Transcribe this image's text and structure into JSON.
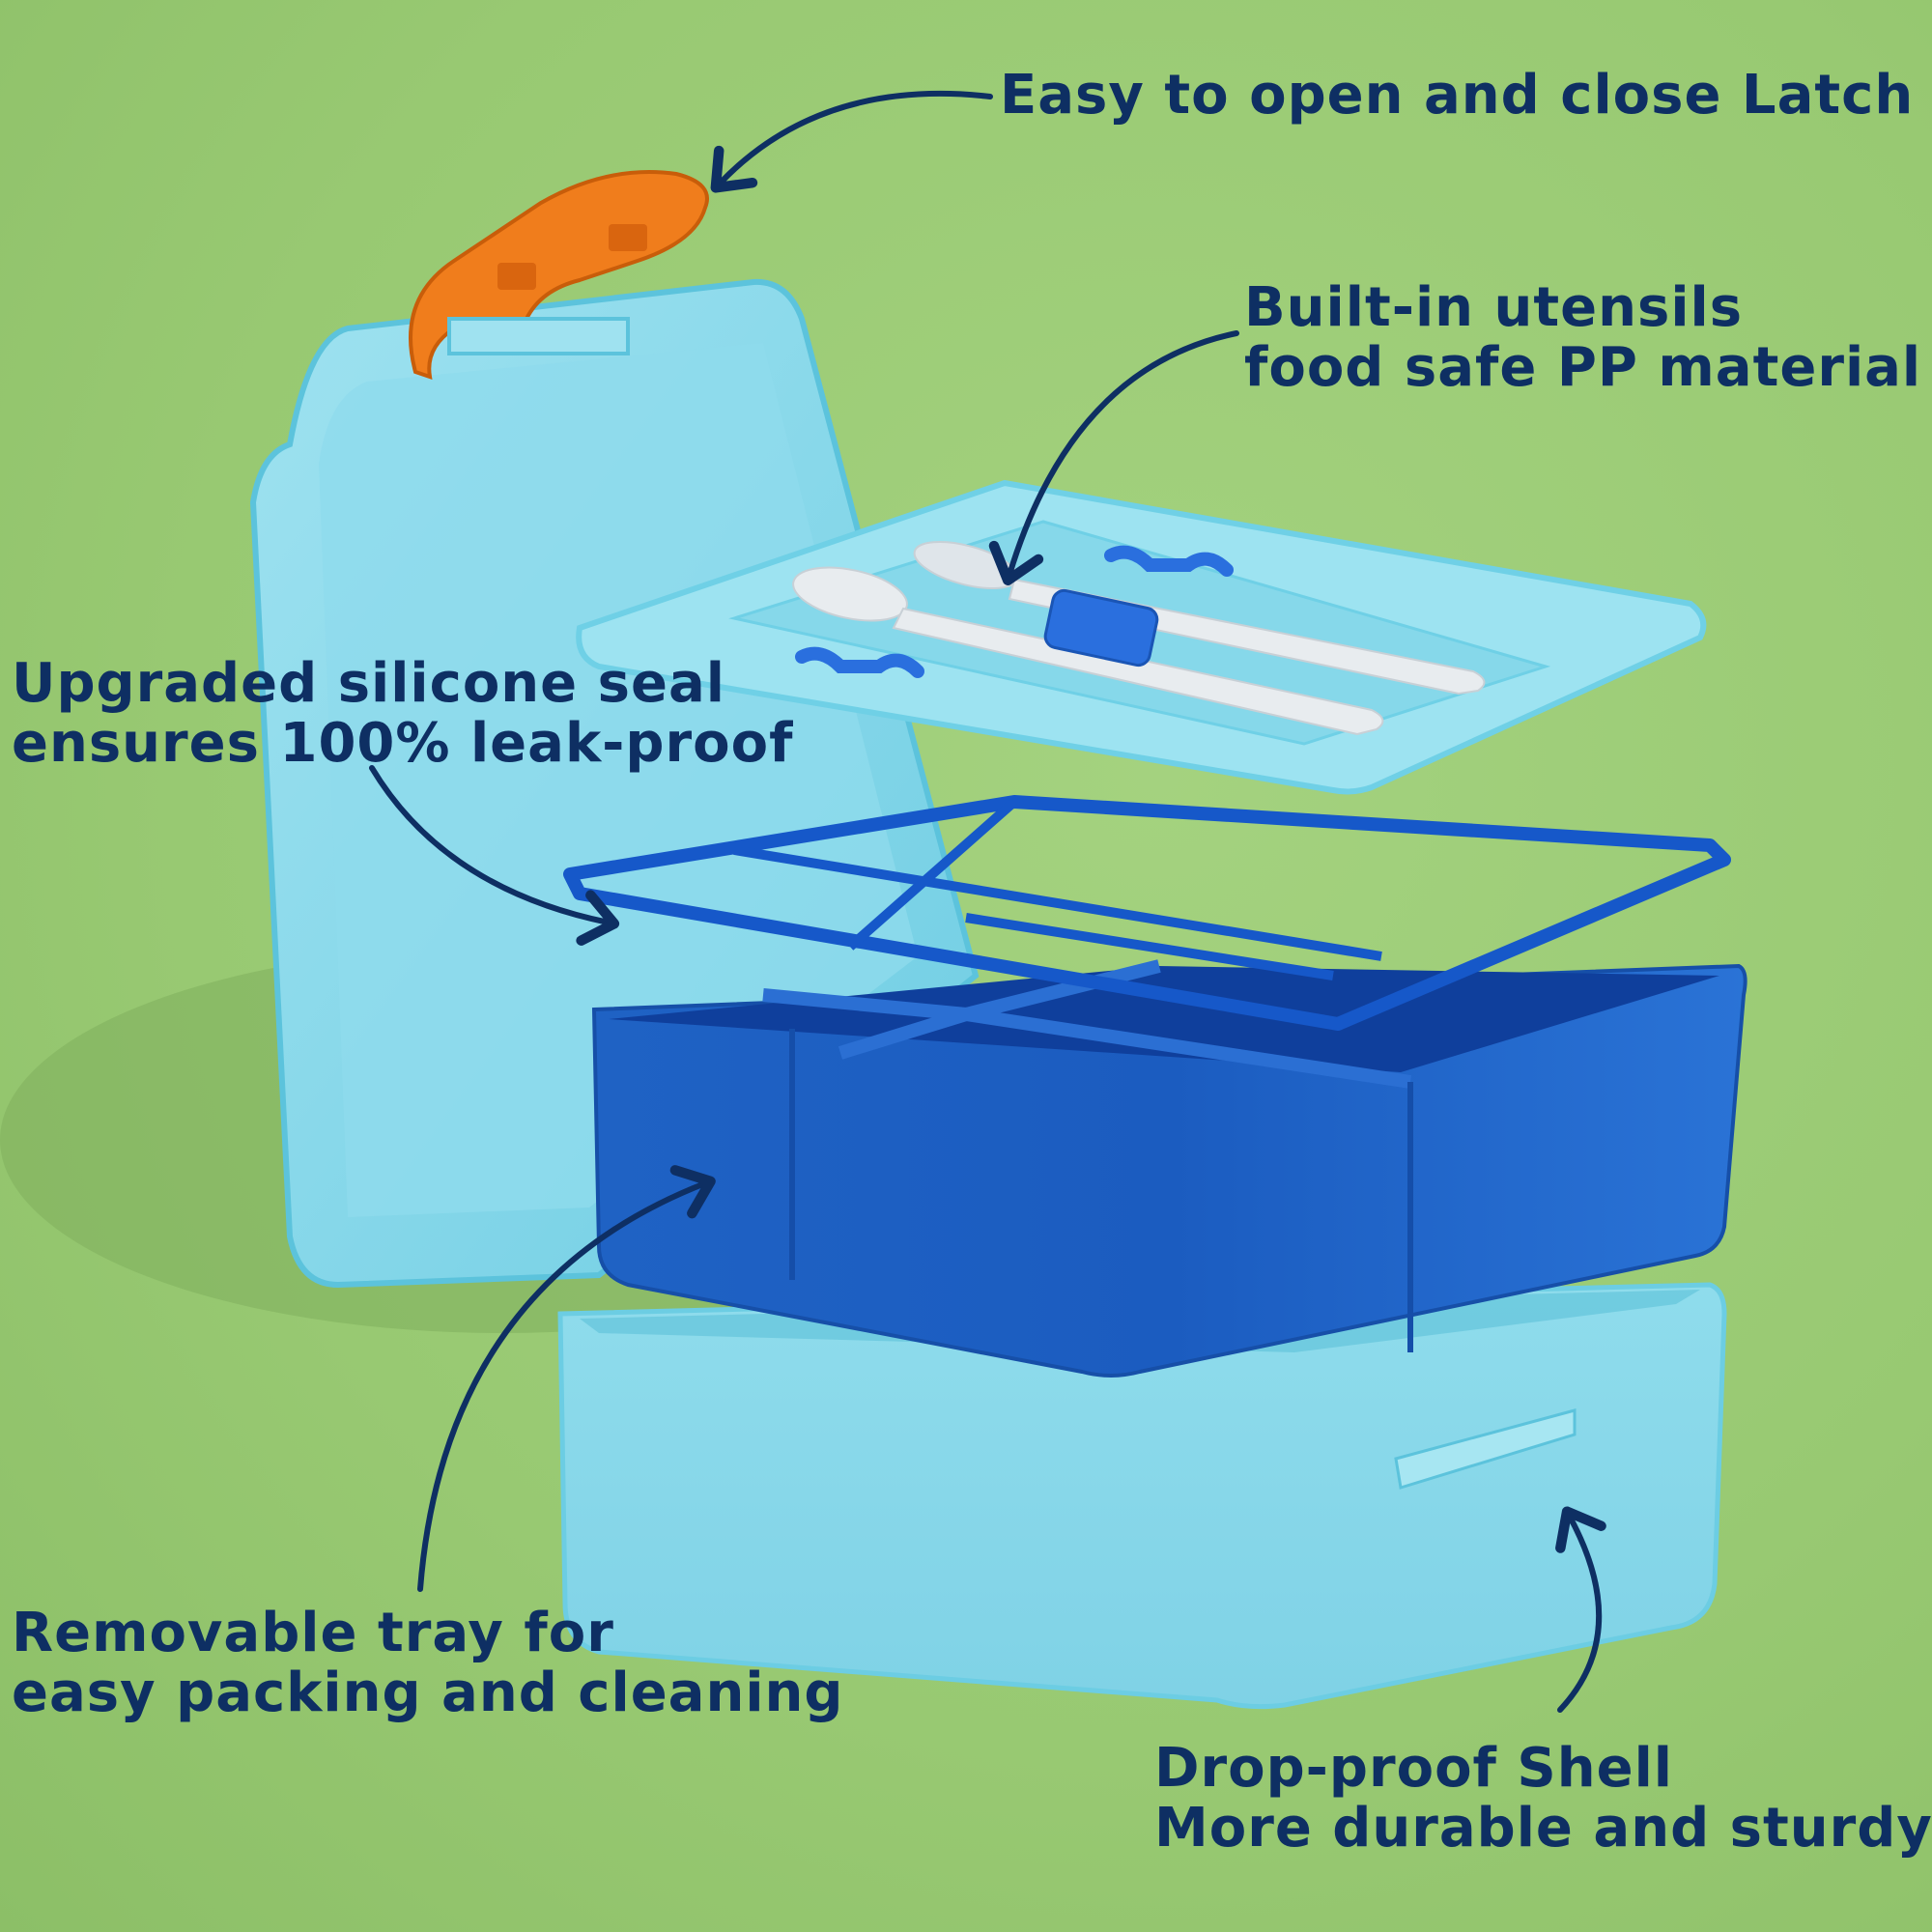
{
  "colors": {
    "background": "#98c972",
    "text": "#0e2f63",
    "shell": "#8fdcec",
    "tray": "#1a63c9",
    "latch": "#f07d1c",
    "utensil": "#e8ecef"
  },
  "callouts": {
    "latch": {
      "line1": "Easy to open and close Latch"
    },
    "utensils": {
      "line1": "Built-in utensils",
      "line2": "food safe PP material"
    },
    "seal": {
      "line1": "Upgraded silicone seal",
      "line2": "ensures 100% leak-proof"
    },
    "tray": {
      "line1": "Removable tray for",
      "line2": "easy packing and cleaning"
    },
    "shell": {
      "line1": "Drop-proof Shell",
      "line2": "More durable and sturdy"
    }
  }
}
